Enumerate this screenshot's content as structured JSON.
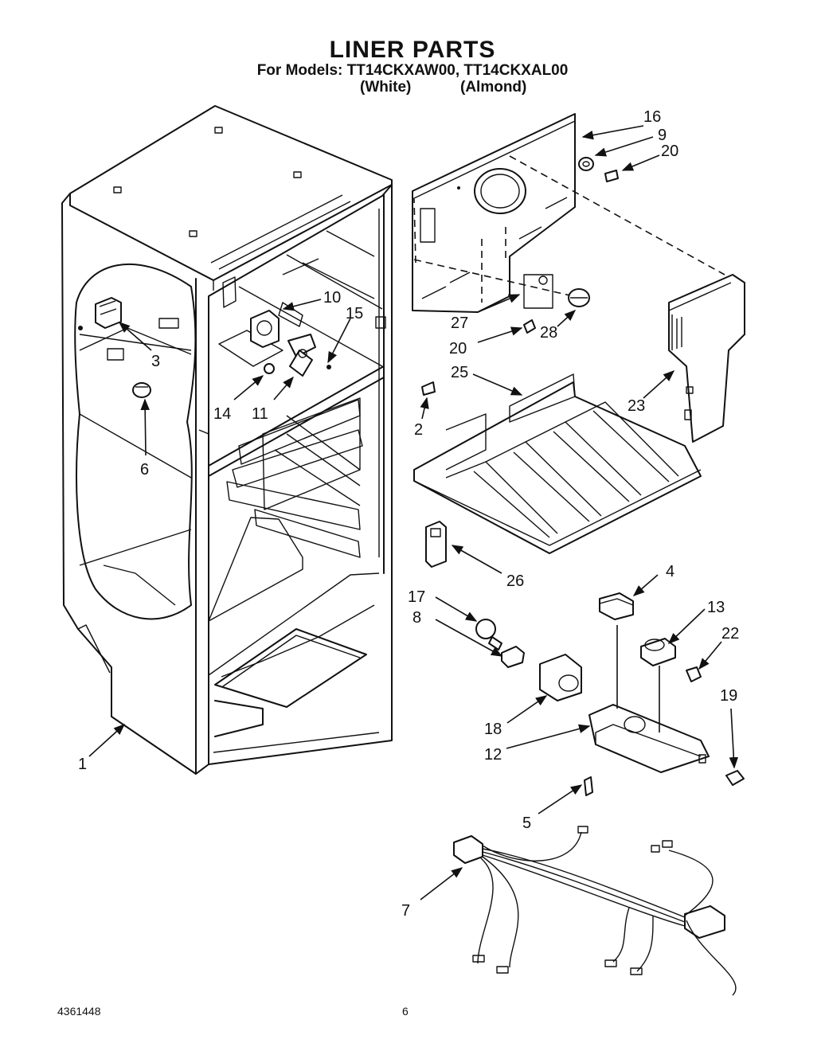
{
  "header": {
    "title": "LINER PARTS",
    "models_line": "For Models: TT14CKXAW00, TT14CKXAL00",
    "color_white": "(White)",
    "color_almond": "(Almond)"
  },
  "footer": {
    "doc_number": "4361448",
    "page_number": "6"
  },
  "callouts": [
    "1",
    "2",
    "3",
    "4",
    "5",
    "6",
    "7",
    "8",
    "9",
    "10",
    "11",
    "12",
    "13",
    "14",
    "15",
    "16",
    "17",
    "18",
    "19",
    "20",
    "20",
    "22",
    "23",
    "25",
    "26",
    "27",
    "28"
  ]
}
